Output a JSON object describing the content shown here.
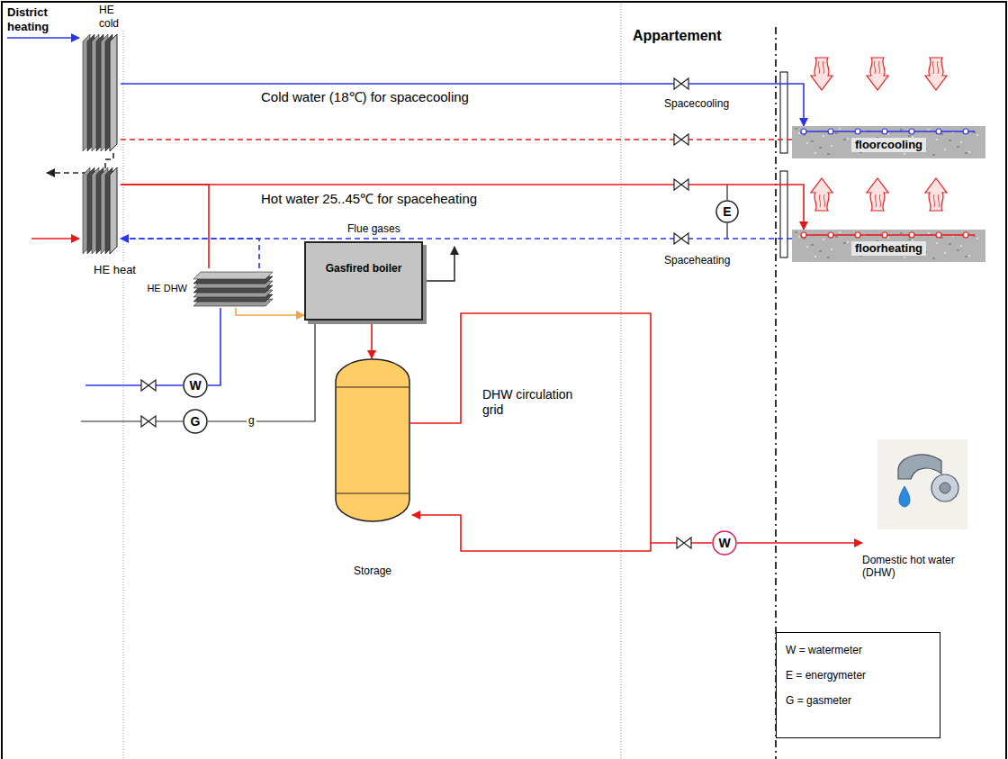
{
  "diagram": {
    "nodes": [
      {
        "text": [
          "HE cold"
        ]
      },
      {
        "text": [
          "HE heat"
        ]
      },
      {
        "text": [
          "E"
        ]
      },
      {
        "text": [
          "floorcooling"
        ]
      },
      {
        "text": [
          "floorheating"
        ]
      },
      {
        "text": [
          "HE DHW"
        ]
      },
      {
        "text": [
          "Gasfired boiler"
        ]
      },
      {
        "text": [
          "W"
        ]
      },
      {
        "text": [
          "G"
        ]
      },
      {
        "text": [
          "Storage"
        ]
      },
      {
        "text": [
          "W"
        ]
      }
    ],
    "edges": [
      {
        "from": 0,
        "to": 3,
        "arrow": "to",
        "label": "Cold water (18℃) for spacecooling"
      },
      {
        "from": 3,
        "to": 0,
        "arrow": "none"
      },
      {
        "from": 1,
        "to": 4,
        "arrow": "to",
        "label": "Hot water 25..45℃ for spaceheating"
      },
      {
        "from": 4,
        "to": 1,
        "arrow": "none"
      },
      {
        "from": 1,
        "to": 5,
        "arrow": "none"
      },
      {
        "from": 5,
        "to": 1,
        "arrow": "to"
      },
      {
        "from": 5,
        "to": 6,
        "arrow": "to"
      },
      {
        "from": 6,
        "to": 9,
        "arrow": "to"
      },
      {
        "from": 7,
        "to": 5,
        "arrow": "none"
      },
      {
        "from": 8,
        "to": 6,
        "arrow": "none"
      },
      {
        "from": 9,
        "to": 10,
        "arrow": "none"
      }
    ],
    "labels": [
      "District heating",
      "Appartement",
      "Spacecooling",
      "Spaceheating",
      "Flue gases",
      "g",
      "DHW circulation grid",
      "Domestic hot water (DHW)"
    ],
    "legend": [
      {
        "text": "W = watermeter"
      },
      {
        "text": "E = energymeter"
      },
      {
        "text": "G = gasmeter"
      }
    ]
  }
}
